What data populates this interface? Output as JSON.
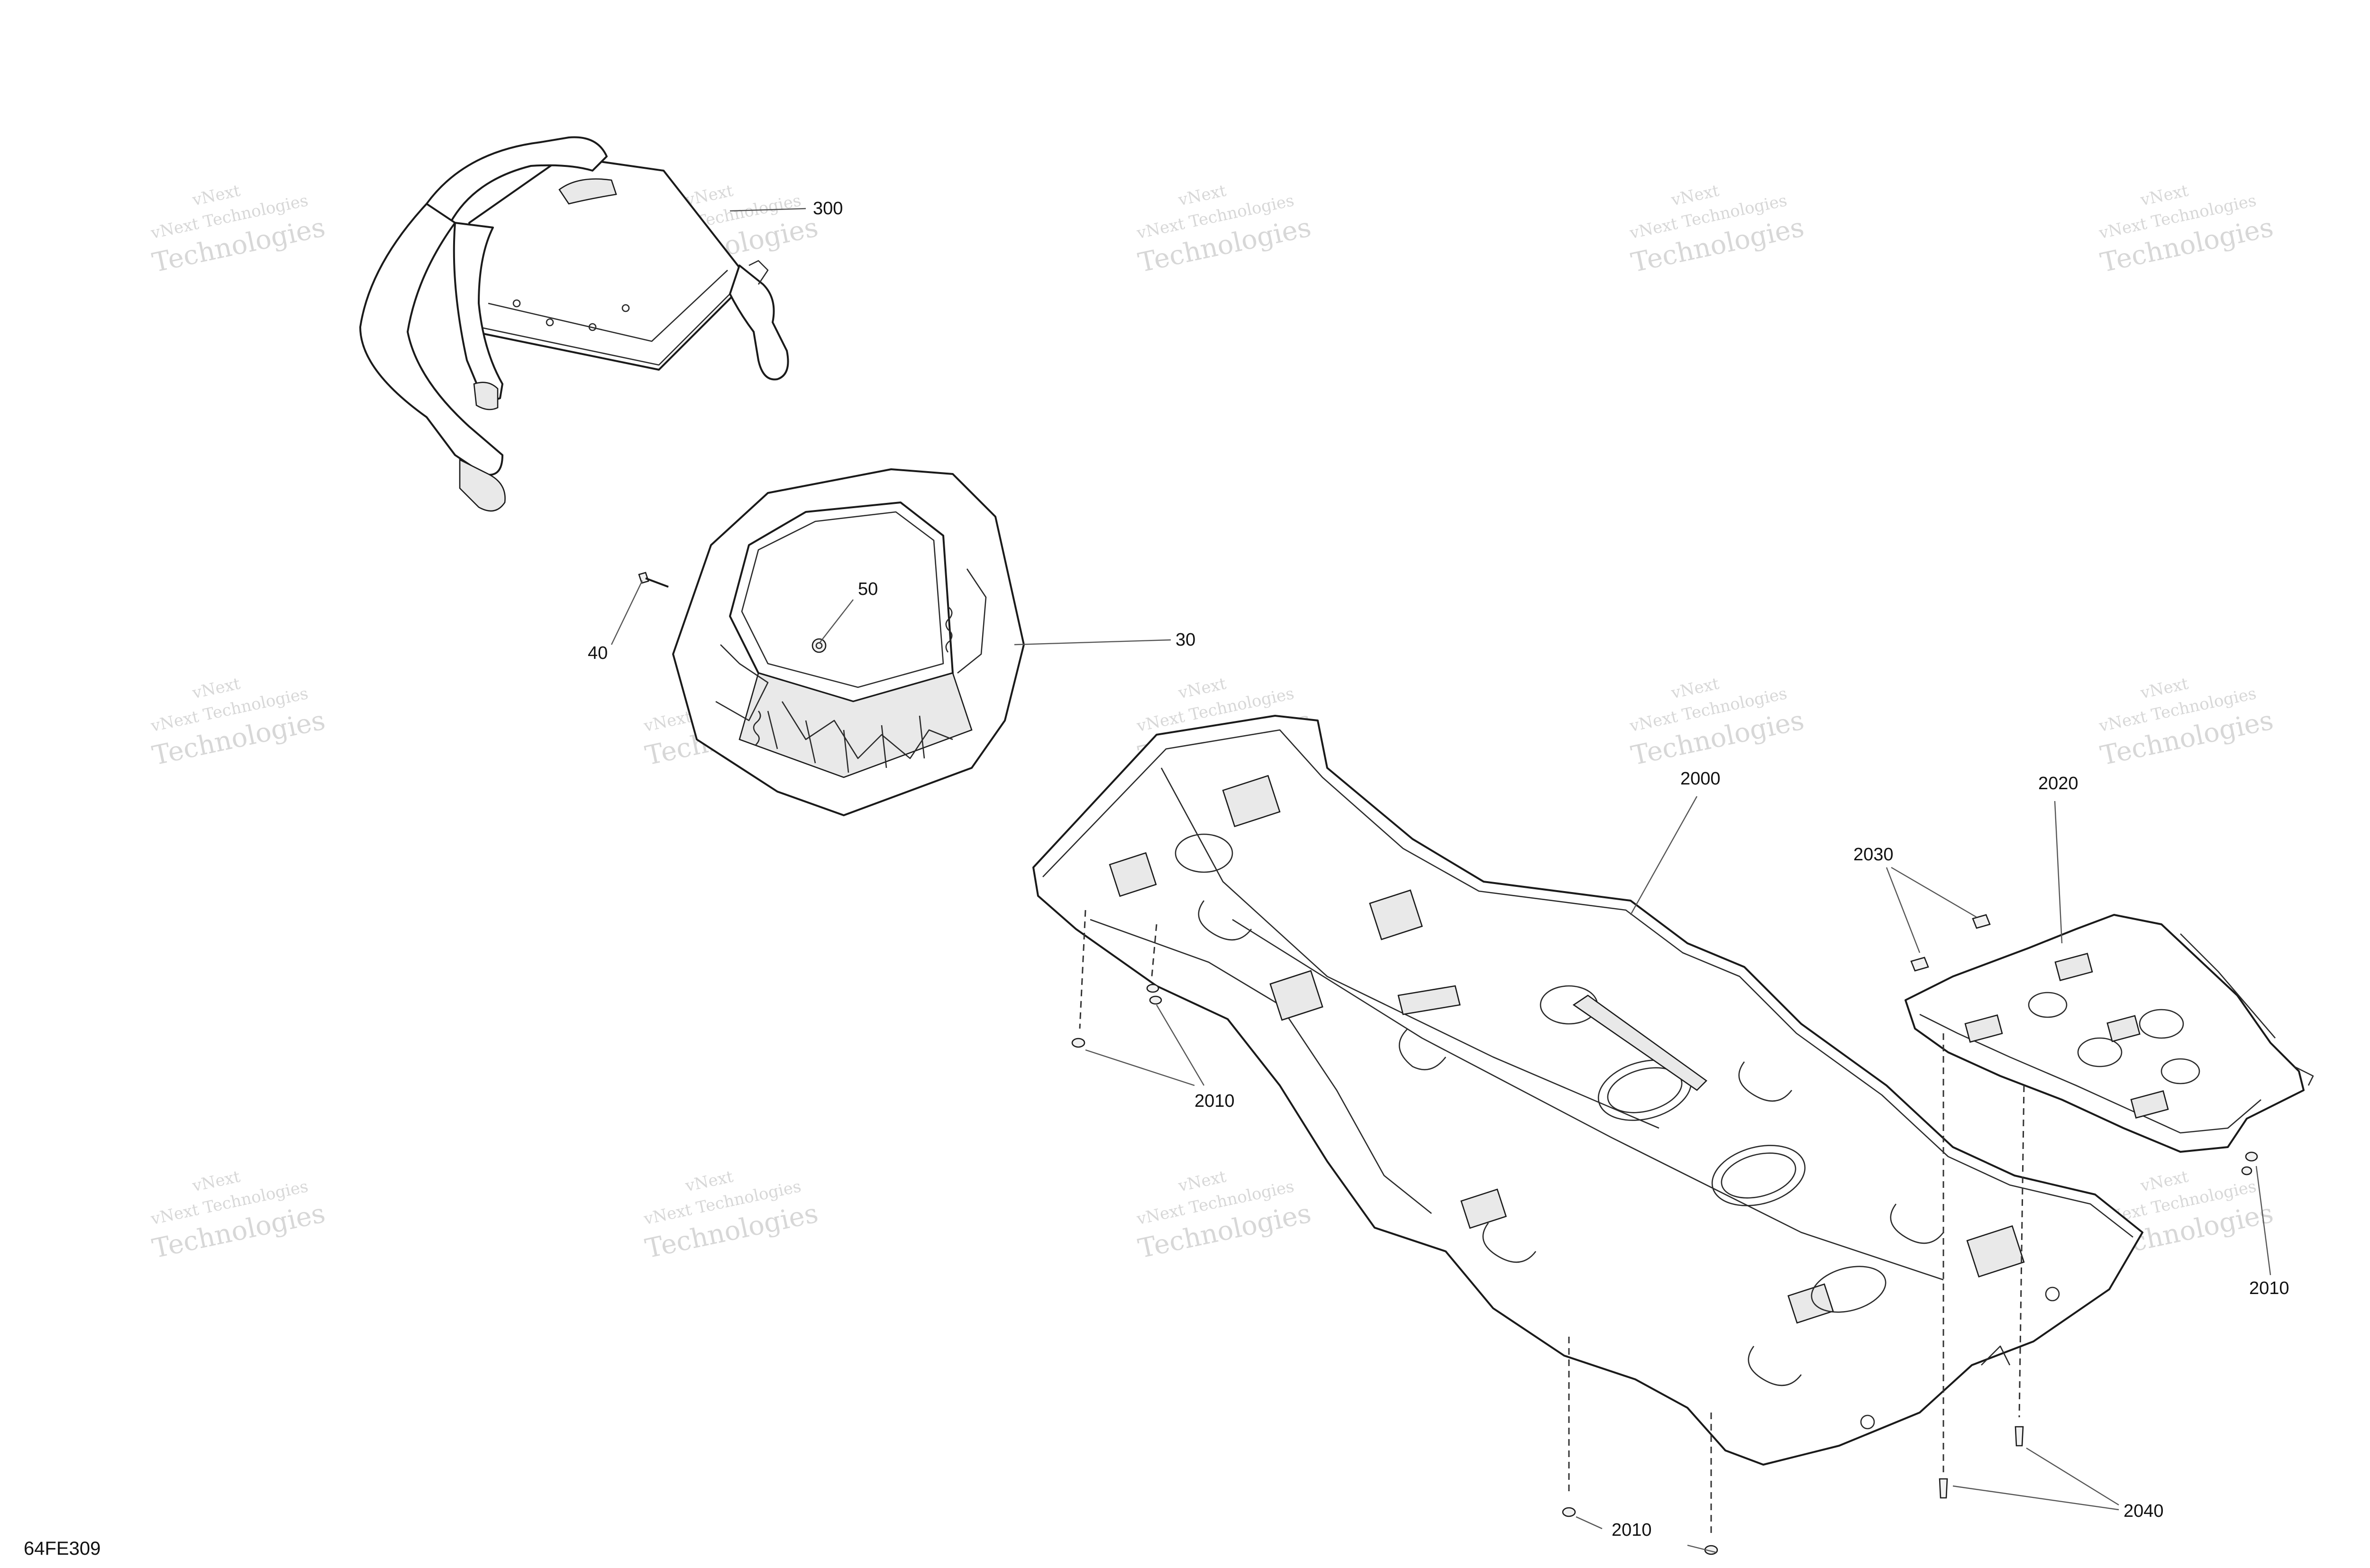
{
  "watermark": {
    "line1": "vNext",
    "line2": "vNext Technologies",
    "line3": "Technologies"
  },
  "drawing_ref": "64FE309",
  "callouts": {
    "c300": "300",
    "c50": "50",
    "c40": "40",
    "c30": "30",
    "c2000": "2000",
    "c2020": "2020",
    "c2030": "2030",
    "c2010a": "2010",
    "c2010b": "2010",
    "c2010c": "2010",
    "c2040": "2040"
  }
}
